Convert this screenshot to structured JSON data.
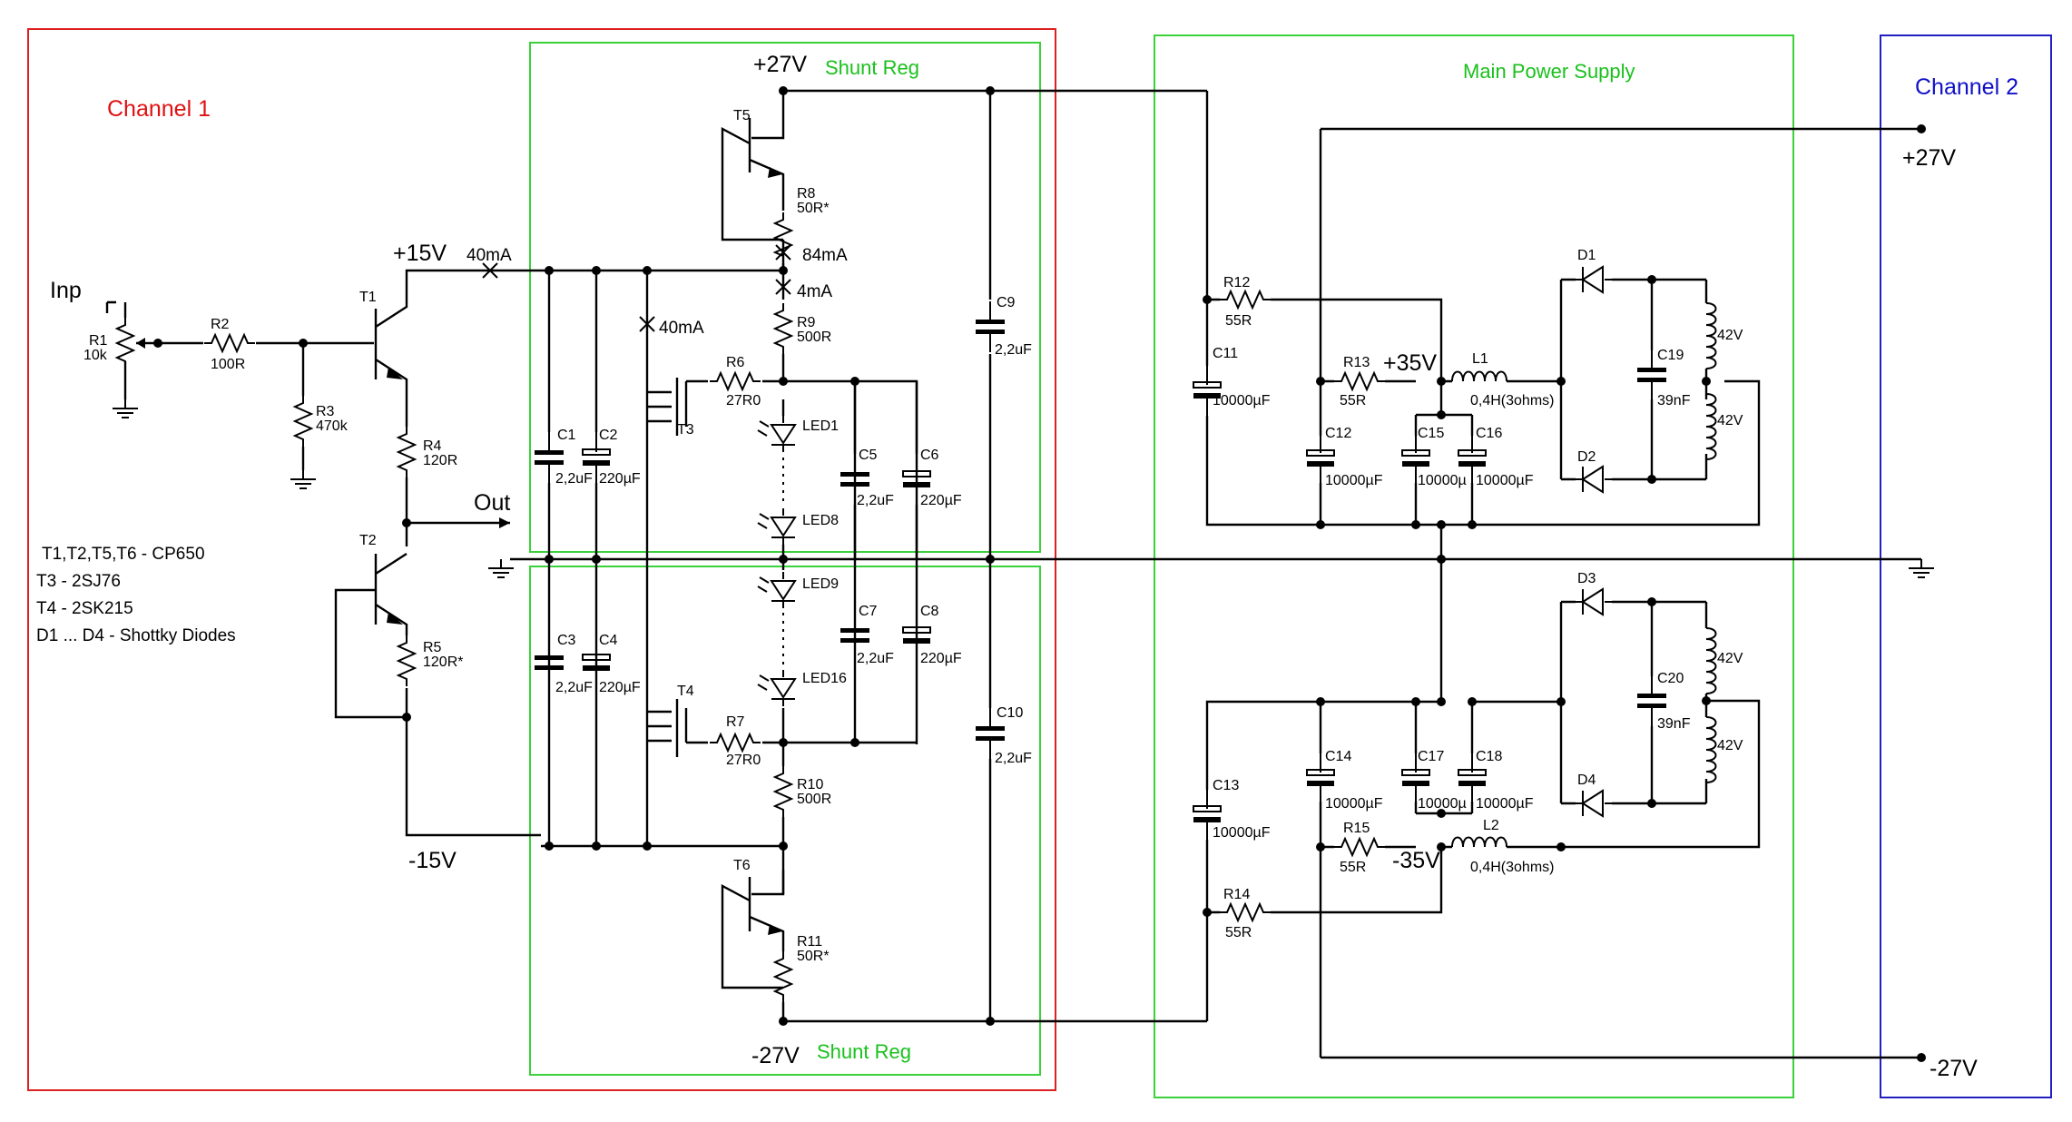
{
  "sections": {
    "channel1": "Channel 1",
    "channel2": "Channel 2",
    "shunt_reg_top": "Shunt Reg",
    "shunt_reg_bottom": "Shunt Reg",
    "main_power_supply": "Main Power Supply"
  },
  "colors": {
    "channel1_border": "#dd2020",
    "shunt_border": "#3ad13a",
    "psu_border": "#3ad13a",
    "channel2_border": "#2020c0"
  },
  "rails": {
    "p27": "+27V",
    "n27": "-27V",
    "p15": "+15V",
    "n15": "-15V",
    "p35": "+35V",
    "n35": "-35V",
    "ch2_p27": "+27V",
    "ch2_n27": "-27V"
  },
  "signals": {
    "inp": "Inp",
    "out": "Out"
  },
  "currents": {
    "i40_top": "40mA",
    "i84": "84mA",
    "i4": "4mA",
    "i40_mid": "40mA"
  },
  "notes": [
    "T1,T2,T5,T6  -   CP650",
    "T3   -   2SJ76",
    "T4   -   2SK215",
    "D1 ... D4   -   Shottky Diodes"
  ],
  "components": {
    "R1": {
      "ref": "R1",
      "val": "10k"
    },
    "R2": {
      "ref": "R2",
      "val": "100R"
    },
    "R3": {
      "ref": "R3",
      "val": "470k"
    },
    "R4": {
      "ref": "R4",
      "val": "120R"
    },
    "R5": {
      "ref": "R5",
      "val": "120R*"
    },
    "R6": {
      "ref": "R6",
      "val": "27R0"
    },
    "R7": {
      "ref": "R7",
      "val": "27R0"
    },
    "R8": {
      "ref": "R8",
      "val": "50R*"
    },
    "R9": {
      "ref": "R9",
      "val": "500R"
    },
    "R10": {
      "ref": "R10",
      "val": "500R"
    },
    "R11": {
      "ref": "R11",
      "val": "50R*"
    },
    "R12": {
      "ref": "R12",
      "val": "55R"
    },
    "R13": {
      "ref": "R13",
      "val": "55R"
    },
    "R14": {
      "ref": "R14",
      "val": "55R"
    },
    "R15": {
      "ref": "R15",
      "val": "55R"
    },
    "C1": {
      "ref": "C1",
      "val": "2,2uF"
    },
    "C2": {
      "ref": "C2",
      "val": "220µF"
    },
    "C3": {
      "ref": "C3",
      "val": "2,2uF"
    },
    "C4": {
      "ref": "C4",
      "val": "220µF"
    },
    "C5": {
      "ref": "C5",
      "val": "2,2uF"
    },
    "C6": {
      "ref": "C6",
      "val": "220µF"
    },
    "C7": {
      "ref": "C7",
      "val": "2,2uF"
    },
    "C8": {
      "ref": "C8",
      "val": "220µF"
    },
    "C9": {
      "ref": "C9",
      "val": "2,2uF"
    },
    "C10": {
      "ref": "C10",
      "val": "2,2uF"
    },
    "C11": {
      "ref": "C11",
      "val": "10000µF"
    },
    "C12": {
      "ref": "C12",
      "val": "10000µF"
    },
    "C13": {
      "ref": "C13",
      "val": "10000µF"
    },
    "C14": {
      "ref": "C14",
      "val": "10000µF"
    },
    "C15": {
      "ref": "C15",
      "val": "10000µ"
    },
    "C16": {
      "ref": "C16",
      "val": "10000µF"
    },
    "C17": {
      "ref": "C17",
      "val": "10000µ"
    },
    "C18": {
      "ref": "C18",
      "val": "10000µF"
    },
    "C19": {
      "ref": "C19",
      "val": "39nF"
    },
    "C20": {
      "ref": "C20",
      "val": "39nF"
    },
    "L1": {
      "ref": "L1",
      "val": "0,4H(3ohms)"
    },
    "L2": {
      "ref": "L2",
      "val": "0,4H(3ohms)"
    },
    "T1": {
      "ref": "T1"
    },
    "T2": {
      "ref": "T2"
    },
    "T3": {
      "ref": "T3"
    },
    "T4": {
      "ref": "T4"
    },
    "T5": {
      "ref": "T5"
    },
    "T6": {
      "ref": "T6"
    },
    "LED1": {
      "ref": "LED1"
    },
    "LED8": {
      "ref": "LED8"
    },
    "LED9": {
      "ref": "LED9"
    },
    "LED16": {
      "ref": "LED16"
    },
    "D1": {
      "ref": "D1"
    },
    "D2": {
      "ref": "D2"
    },
    "D3": {
      "ref": "D3"
    },
    "D4": {
      "ref": "D4"
    },
    "TR_top_a": {
      "val": "42V"
    },
    "TR_top_b": {
      "val": "42V"
    },
    "TR_bot_a": {
      "val": "42V"
    },
    "TR_bot_b": {
      "val": "42V"
    }
  }
}
